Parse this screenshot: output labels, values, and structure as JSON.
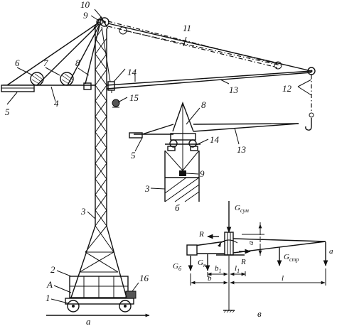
{
  "labels": {
    "n1": "1",
    "n2": "2",
    "n3": "3",
    "n4": "4",
    "n5": "5",
    "n6": "6",
    "n7": "7",
    "n8": "8",
    "n9": "9",
    "n10": "10",
    "n11": "11",
    "n12": "12",
    "n13": "13",
    "n14": "14",
    "n15": "15",
    "n16": "16",
    "pointA": "A",
    "fig_a": "а",
    "fig_b": "б",
    "fig_v": "в",
    "b_n8": "8",
    "b_n14": "14",
    "b_n5": "5",
    "b_n13": "13",
    "b_n9": "9",
    "b_n3": "3"
  },
  "forces": {
    "g_sum": "G",
    "g_sum_sub": "сум",
    "g_k": "G",
    "g_k_sub": "к",
    "g_b": "G",
    "g_b_sub": "б",
    "g_str": "G",
    "g_str_sub": "стр",
    "R_top": "R",
    "R_bot": "R",
    "a_dim": "a",
    "a_right": "a"
  },
  "dimensions": {
    "b1": "b",
    "b1_sub": "1",
    "l1": "l",
    "l1_sub": "1",
    "b": "b",
    "l": "l"
  }
}
